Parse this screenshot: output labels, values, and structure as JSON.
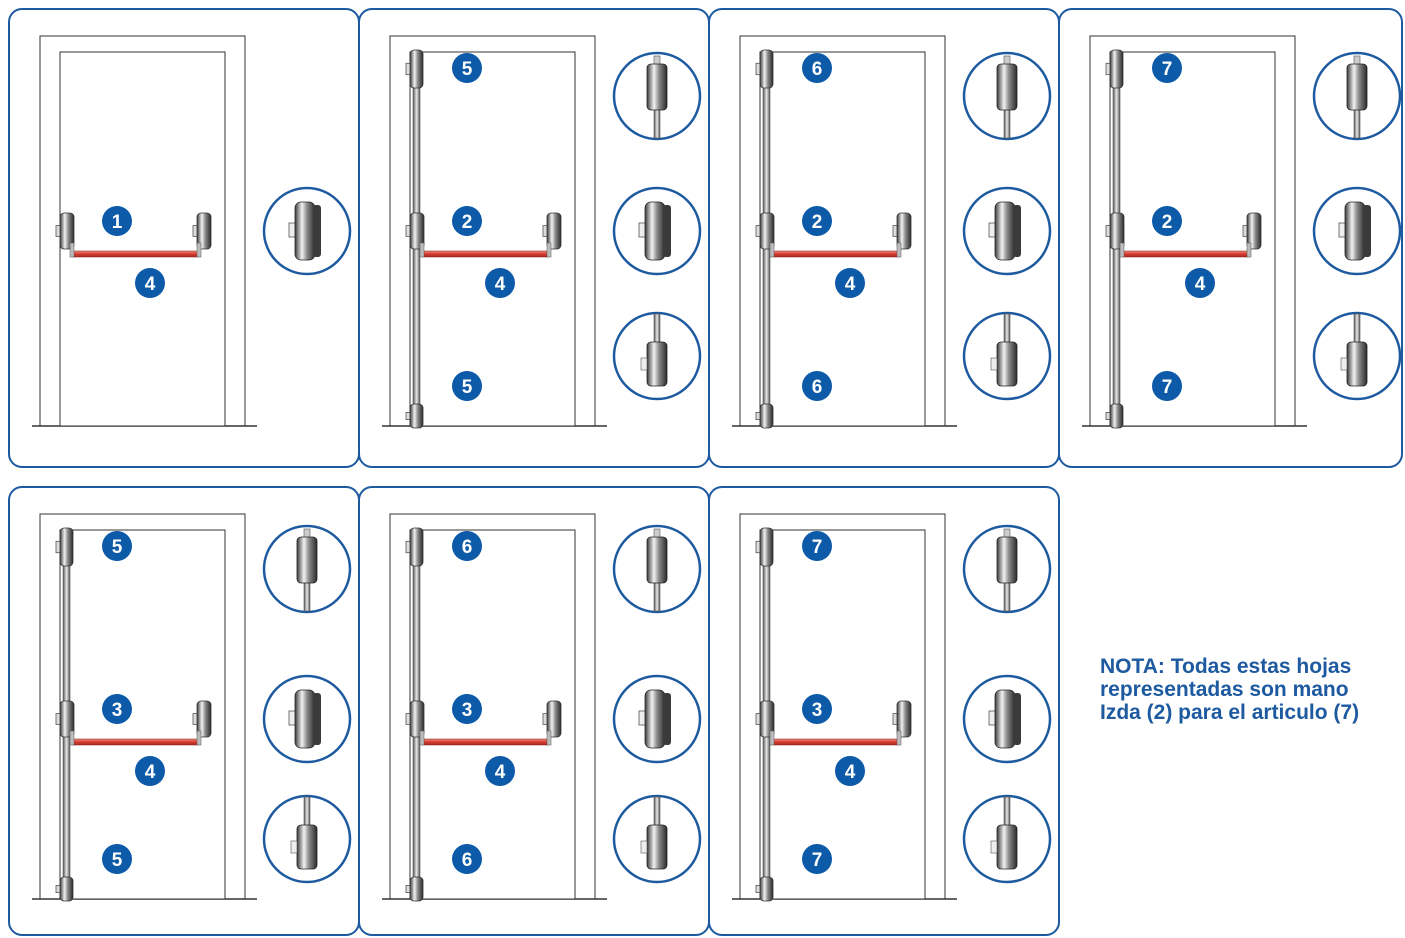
{
  "colors": {
    "frame_blue": "#1d5aa0",
    "badge_blue": "#0d5aa8",
    "push_bar": "#d8463a",
    "door_line": "#333333"
  },
  "panels": [
    {
      "id": "p1",
      "handle_label": "1",
      "bar_label": "4",
      "top_label": "",
      "bottom_label": "",
      "rod": "none",
      "details": [
        "side-lock"
      ]
    },
    {
      "id": "p2",
      "handle_label": "2",
      "bar_label": "4",
      "top_label": "5",
      "bottom_label": "5",
      "rod": "full",
      "details": [
        "top-latch",
        "side-lock",
        "bottom-latch"
      ]
    },
    {
      "id": "p3",
      "handle_label": "2",
      "bar_label": "4",
      "top_label": "6",
      "bottom_label": "6",
      "rod": "full",
      "details": [
        "top-latch",
        "side-lock",
        "bottom-latch"
      ]
    },
    {
      "id": "p4",
      "handle_label": "2",
      "bar_label": "4",
      "top_label": "7",
      "bottom_label": "7",
      "rod": "full",
      "details": [
        "top-latch",
        "side-lock",
        "bottom-latch"
      ]
    },
    {
      "id": "p5",
      "handle_label": "3",
      "bar_label": "4",
      "top_label": "5",
      "bottom_label": "5",
      "rod": "full",
      "details": [
        "top-latch",
        "side-lock",
        "bottom-latch"
      ]
    },
    {
      "id": "p6",
      "handle_label": "3",
      "bar_label": "4",
      "top_label": "6",
      "bottom_label": "6",
      "rod": "full",
      "details": [
        "top-latch",
        "side-lock",
        "bottom-latch"
      ]
    },
    {
      "id": "p7",
      "handle_label": "3",
      "bar_label": "4",
      "top_label": "7",
      "bottom_label": "7",
      "rod": "full",
      "details": [
        "top-latch",
        "side-lock",
        "bottom-latch"
      ]
    }
  ],
  "note": {
    "line1": "NOTA: Todas estas hojas",
    "line2": "representadas son mano",
    "line3": "Izda (2) para el articulo (7)"
  }
}
